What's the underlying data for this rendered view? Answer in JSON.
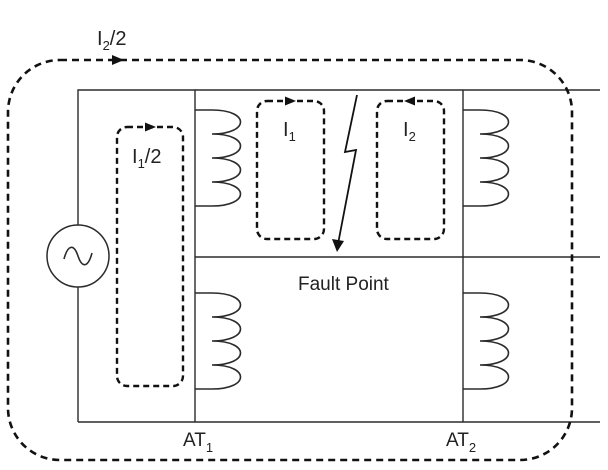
{
  "labels": {
    "outer_loop": {
      "main": "I",
      "sub": "2",
      "tail": "/2"
    },
    "left_loop": {
      "main": "I",
      "sub": "1",
      "tail": "/2"
    },
    "loop_i1": {
      "main": "I",
      "sub": "1"
    },
    "loop_i2": {
      "main": "I",
      "sub": "2"
    },
    "fault_point": "Fault Point",
    "at1": {
      "main": "AT",
      "sub": "1"
    },
    "at2": {
      "main": "AT",
      "sub": "2"
    }
  },
  "source_symbol": "~",
  "icons": {
    "source": "ac-source-icon",
    "fault": "lightning-bolt-icon",
    "coil": "transformer-coil-icon"
  }
}
